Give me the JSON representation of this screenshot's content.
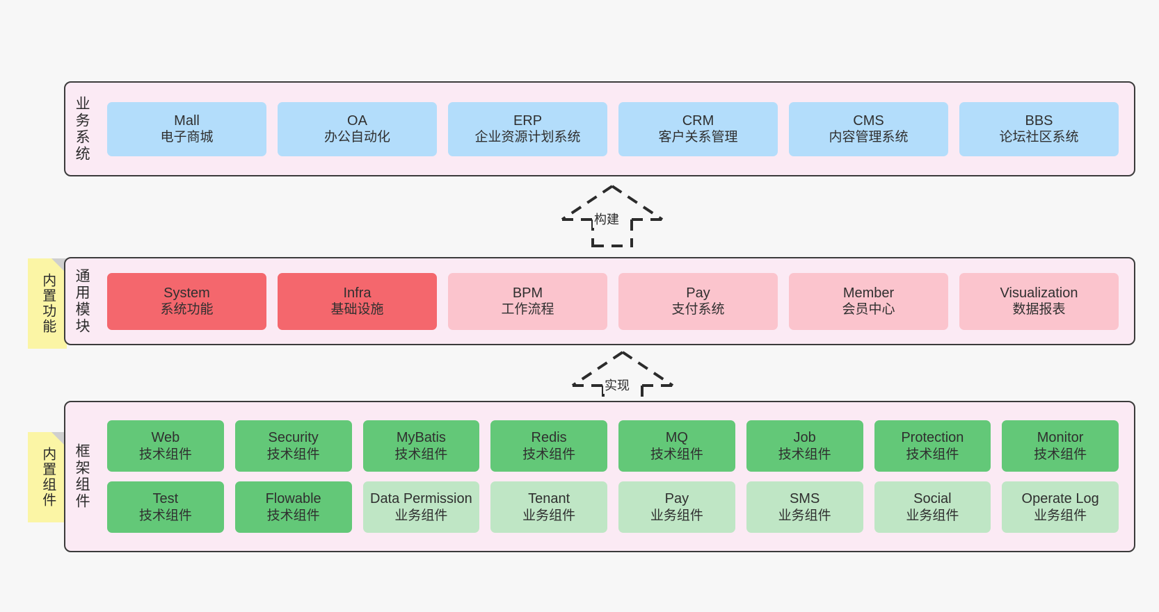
{
  "layers": [
    {
      "id": "business-system",
      "title": "业务系统",
      "cards": [
        {
          "name": "Mall",
          "sub": "电子商城",
          "color": "#b3ddfb"
        },
        {
          "name": "OA",
          "sub": "办公自动化",
          "color": "#b3ddfb"
        },
        {
          "name": "ERP",
          "sub": "企业资源计划系统",
          "color": "#b3ddfb"
        },
        {
          "name": "CRM",
          "sub": "客户关系管理",
          "color": "#b3ddfb"
        },
        {
          "name": "CMS",
          "sub": "内容管理系统",
          "color": "#b3ddfb"
        },
        {
          "name": "BBS",
          "sub": "论坛社区系统",
          "color": "#b3ddfb"
        }
      ]
    },
    {
      "id": "common-module",
      "title": "通用模块",
      "note": "内置功能",
      "cards": [
        {
          "name": "System",
          "sub": "系统功能",
          "color": "#f4676d"
        },
        {
          "name": "Infra",
          "sub": "基础设施",
          "color": "#f4676d"
        },
        {
          "name": "BPM",
          "sub": "工作流程",
          "color": "#fbc4cd"
        },
        {
          "name": "Pay",
          "sub": "支付系统",
          "color": "#fbc4cd"
        },
        {
          "name": "Member",
          "sub": "会员中心",
          "color": "#fbc4cd"
        },
        {
          "name": "Visualization",
          "sub": "数据报表",
          "color": "#fbc4cd"
        }
      ]
    },
    {
      "id": "framework-component",
      "title": "框架组件",
      "note": "内置组件",
      "rows": [
        [
          {
            "name": "Web",
            "sub": "技术组件",
            "color": "#63c878"
          },
          {
            "name": "Security",
            "sub": "技术组件",
            "color": "#63c878"
          },
          {
            "name": "MyBatis",
            "sub": "技术组件",
            "color": "#63c878"
          },
          {
            "name": "Redis",
            "sub": "技术组件",
            "color": "#63c878"
          },
          {
            "name": "MQ",
            "sub": "技术组件",
            "color": "#63c878"
          },
          {
            "name": "Job",
            "sub": "技术组件",
            "color": "#63c878"
          },
          {
            "name": "Protection",
            "sub": "技术组件",
            "color": "#63c878"
          },
          {
            "name": "Monitor",
            "sub": "技术组件",
            "color": "#63c878"
          }
        ],
        [
          {
            "name": "Test",
            "sub": "技术组件",
            "color": "#63c878"
          },
          {
            "name": "Flowable",
            "sub": "技术组件",
            "color": "#63c878"
          },
          {
            "name": "Data Permission",
            "sub": "业务组件",
            "color": "#bfe6c5"
          },
          {
            "name": "Tenant",
            "sub": "业务组件",
            "color": "#bfe6c5"
          },
          {
            "name": "Pay",
            "sub": "业务组件",
            "color": "#bfe6c5"
          },
          {
            "name": "SMS",
            "sub": "业务组件",
            "color": "#bfe6c5"
          },
          {
            "name": "Social",
            "sub": "业务组件",
            "color": "#bfe6c5"
          },
          {
            "name": "Operate Log",
            "sub": "业务组件",
            "color": "#bfe6c5"
          }
        ]
      ]
    }
  ],
  "connectors": [
    {
      "id": "build",
      "label": "构建"
    },
    {
      "id": "implement",
      "label": "实现"
    }
  ],
  "colors": {
    "band_background": "#fbeaf4",
    "band_border": "#3b3b3b",
    "note_background": "#fbf5a5",
    "note_fold": "#cfcfcf",
    "page_background": "#f7f7f7",
    "blue": "#b3ddfb",
    "red": "#f4676d",
    "pink": "#fbc4cd",
    "green": "#63c878",
    "light_green": "#bfe6c5"
  }
}
